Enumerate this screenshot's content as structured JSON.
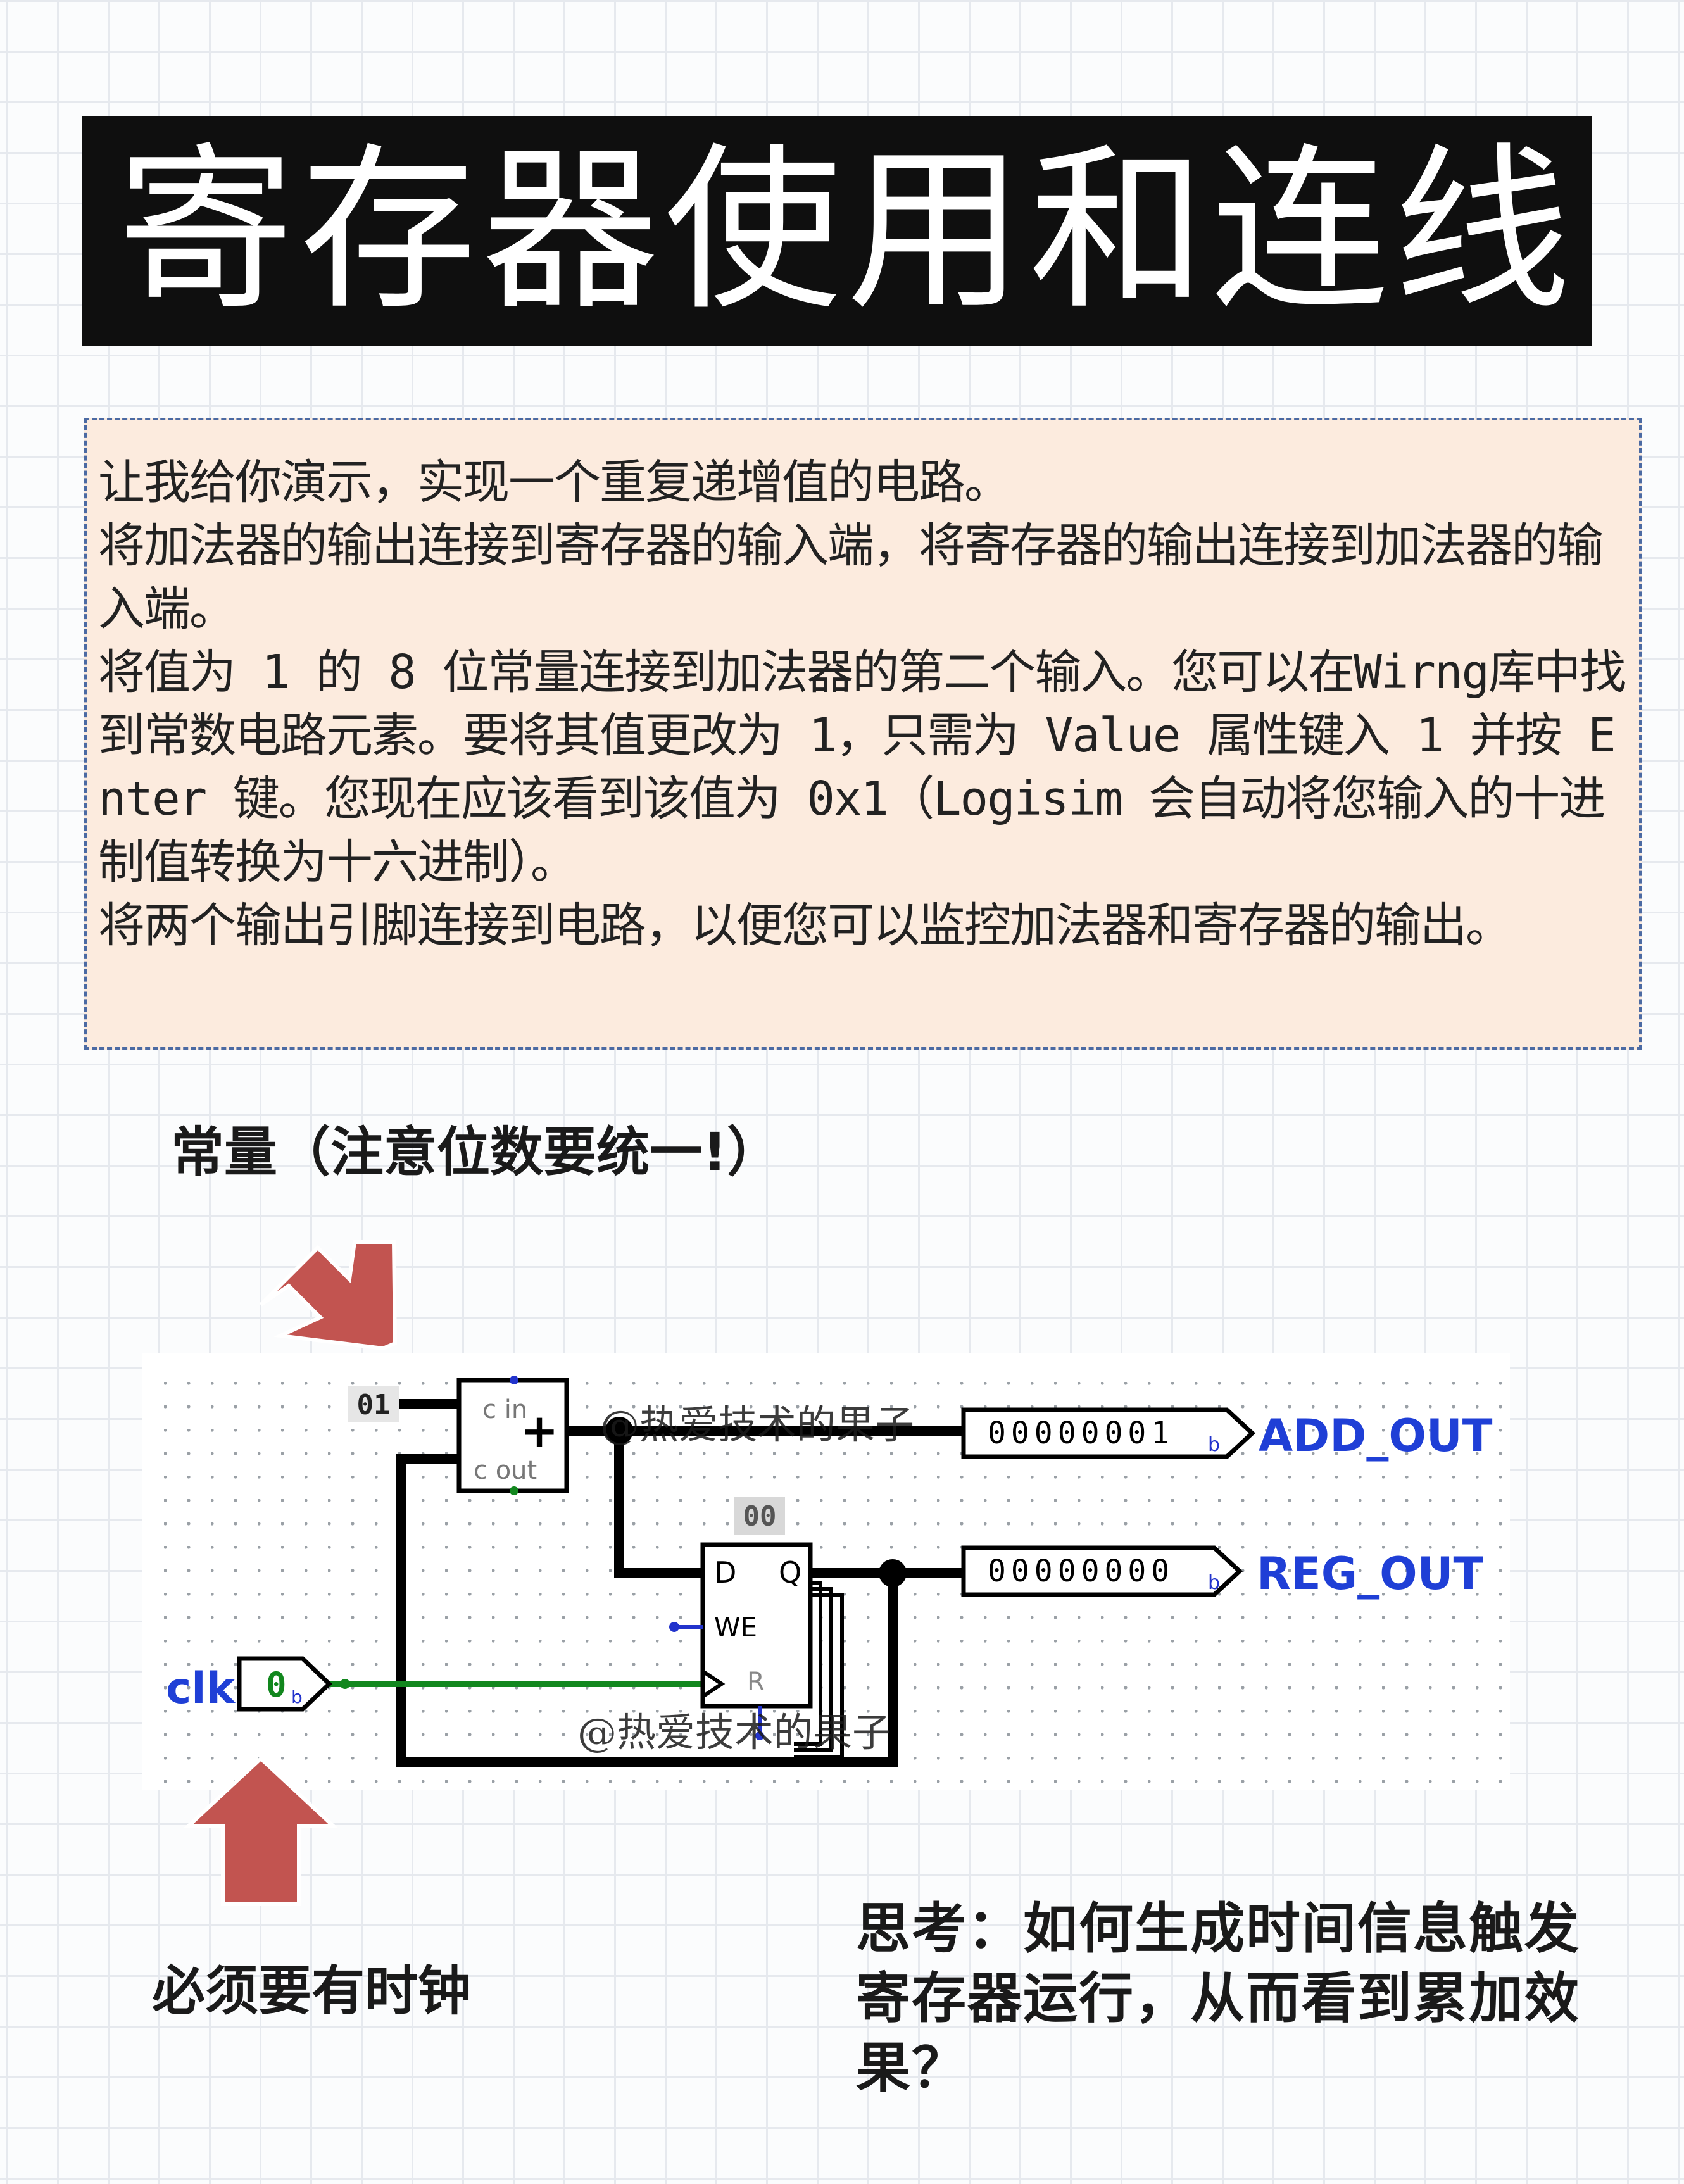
{
  "title": "寄存器使用和连线",
  "intro": {
    "paragraphs": [
      "让我给你演示，实现一个重复递增值的电路。",
      "将加法器的输出连接到寄存器的输入端，将寄存器的输出连接到加法器的输入端。",
      "将值为 1 的 8 位常量连接到加法器的第二个输入。您可以在Wirng库中找到常数电路元素。要将其值更改为 1，只需为 Value 属性键入 1 并按 Enter 键。您现在应该看到该值为 0x1（Logisim 会自动将您输入的十进制值转换为十六进制）。",
      "将两个输出引脚连接到电路，以便您可以监控加法器和寄存器的输出。"
    ]
  },
  "annotations": {
    "constant_note": "常量（注意位数要统一!）",
    "clock_note": "必须要有时钟",
    "question": "思考：如何生成时间信息触发寄存器运行，从而看到累加效果？"
  },
  "circuit": {
    "constant_value": "01",
    "adder": {
      "cin_label": "c in",
      "cout_label": "c out",
      "symbol": "+"
    },
    "register": {
      "value": "00",
      "d_label": "D",
      "q_label": "Q",
      "we_label": "WE",
      "r_label": "R"
    },
    "clock": {
      "label": "clk",
      "value": "0",
      "suffix": "b"
    },
    "add_out": {
      "value": "00000001",
      "suffix": "b",
      "label": "ADD_OUT"
    },
    "reg_out": {
      "value": "00000000",
      "suffix": "b",
      "label": "REG_OUT"
    },
    "watermark": "@热爱技术的果子",
    "colors": {
      "label_blue": "#1f3fd6",
      "wire_green": "#12871e",
      "wire_black": "#000000",
      "arrow_red": "#c25450"
    }
  }
}
